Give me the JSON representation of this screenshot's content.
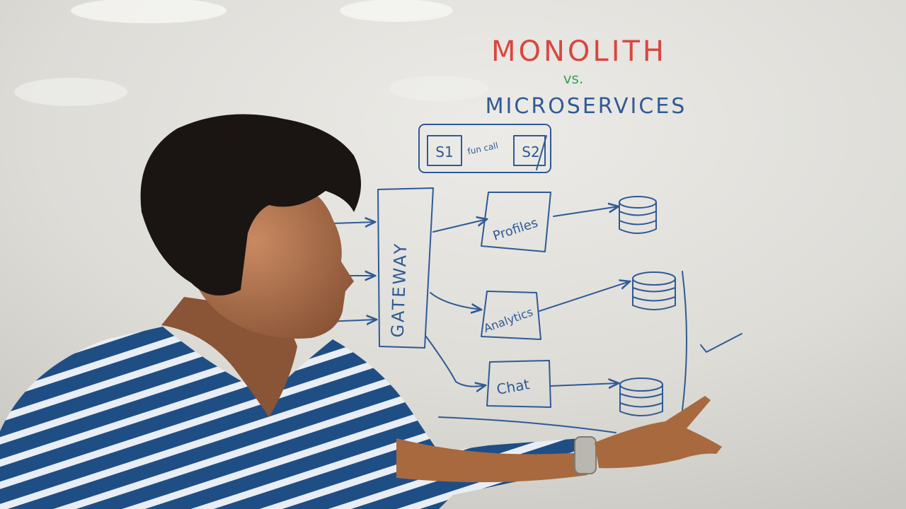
{
  "whiteboard": {
    "title": "MONOLITH",
    "versus": "vs.",
    "subtitle": "MICROSERVICES",
    "service_1": "S1",
    "service_2": "S2",
    "call_note": "fun call",
    "gateway": "GATEWAY",
    "profiles": "Profiles",
    "analytics": "Analytics",
    "chat": "Chat"
  },
  "colors": {
    "title": "#d9463f",
    "versus": "#3aa055",
    "ink": "#2f5a96",
    "board": "#dcdcd8",
    "shirt_stripe": "#1f4e85"
  },
  "icons": [
    "database-icon",
    "checkmark-icon"
  ]
}
